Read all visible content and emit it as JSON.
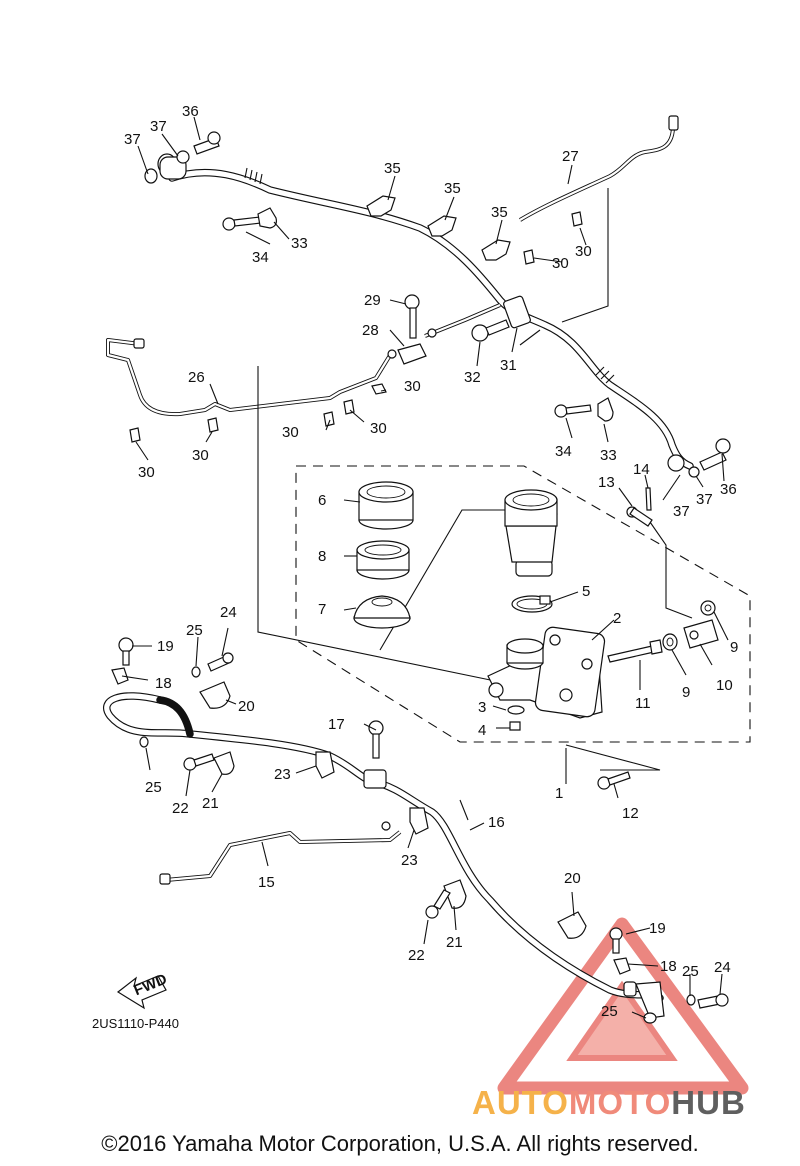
{
  "diagram": {
    "part_code": "2US1110-P440",
    "copyright": "©2016 Yamaha Motor Corporation, U.S.A. All rights reserved.",
    "fwd_label": "FWD",
    "callouts": [
      {
        "id": "c1",
        "text": "1"
      },
      {
        "id": "c2",
        "text": "2"
      },
      {
        "id": "c3",
        "text": "3"
      },
      {
        "id": "c4",
        "text": "4"
      },
      {
        "id": "c5",
        "text": "5"
      },
      {
        "id": "c6",
        "text": "6"
      },
      {
        "id": "c7",
        "text": "7"
      },
      {
        "id": "c8",
        "text": "8"
      },
      {
        "id": "c9a",
        "text": "9"
      },
      {
        "id": "c9b",
        "text": "9"
      },
      {
        "id": "c10",
        "text": "10"
      },
      {
        "id": "c11",
        "text": "11"
      },
      {
        "id": "c12",
        "text": "12"
      },
      {
        "id": "c13",
        "text": "13"
      },
      {
        "id": "c14",
        "text": "14"
      },
      {
        "id": "c15",
        "text": "15"
      },
      {
        "id": "c16",
        "text": "16"
      },
      {
        "id": "c17",
        "text": "17"
      },
      {
        "id": "c18a",
        "text": "18"
      },
      {
        "id": "c18b",
        "text": "18"
      },
      {
        "id": "c19a",
        "text": "19"
      },
      {
        "id": "c19b",
        "text": "19"
      },
      {
        "id": "c20a",
        "text": "20"
      },
      {
        "id": "c20b",
        "text": "20"
      },
      {
        "id": "c21a",
        "text": "21"
      },
      {
        "id": "c21b",
        "text": "21"
      },
      {
        "id": "c22a",
        "text": "22"
      },
      {
        "id": "c22b",
        "text": "22"
      },
      {
        "id": "c23a",
        "text": "23"
      },
      {
        "id": "c23b",
        "text": "23"
      },
      {
        "id": "c24a",
        "text": "24"
      },
      {
        "id": "c24b",
        "text": "24"
      },
      {
        "id": "c25a",
        "text": "25"
      },
      {
        "id": "c25b",
        "text": "25"
      },
      {
        "id": "c25c",
        "text": "25"
      },
      {
        "id": "c25d",
        "text": "25"
      },
      {
        "id": "c26",
        "text": "26"
      },
      {
        "id": "c27",
        "text": "27"
      },
      {
        "id": "c28",
        "text": "28"
      },
      {
        "id": "c29",
        "text": "29"
      },
      {
        "id": "c30a",
        "text": "30"
      },
      {
        "id": "c30b",
        "text": "30"
      },
      {
        "id": "c30c",
        "text": "30"
      },
      {
        "id": "c30d",
        "text": "30"
      },
      {
        "id": "c30e",
        "text": "30"
      },
      {
        "id": "c30f",
        "text": "30"
      },
      {
        "id": "c30g",
        "text": "30"
      },
      {
        "id": "c31",
        "text": "31"
      },
      {
        "id": "c32",
        "text": "32"
      },
      {
        "id": "c33a",
        "text": "33"
      },
      {
        "id": "c33b",
        "text": "33"
      },
      {
        "id": "c34a",
        "text": "34"
      },
      {
        "id": "c34b",
        "text": "34"
      },
      {
        "id": "c35a",
        "text": "35"
      },
      {
        "id": "c35b",
        "text": "35"
      },
      {
        "id": "c35c",
        "text": "35"
      },
      {
        "id": "c36a",
        "text": "36"
      },
      {
        "id": "c36b",
        "text": "36"
      },
      {
        "id": "c37a",
        "text": "37"
      },
      {
        "id": "c37b",
        "text": "37"
      },
      {
        "id": "c37c",
        "text": "37"
      },
      {
        "id": "c37d",
        "text": "37"
      }
    ]
  },
  "watermark": {
    "part1": "AUTO",
    "part2": "MOTO",
    "part3": "HUB",
    "color1": "#f5b24a",
    "color2": "#f08a7a",
    "color3": "#5f5f5f",
    "triangle_color": "#e8716a"
  }
}
